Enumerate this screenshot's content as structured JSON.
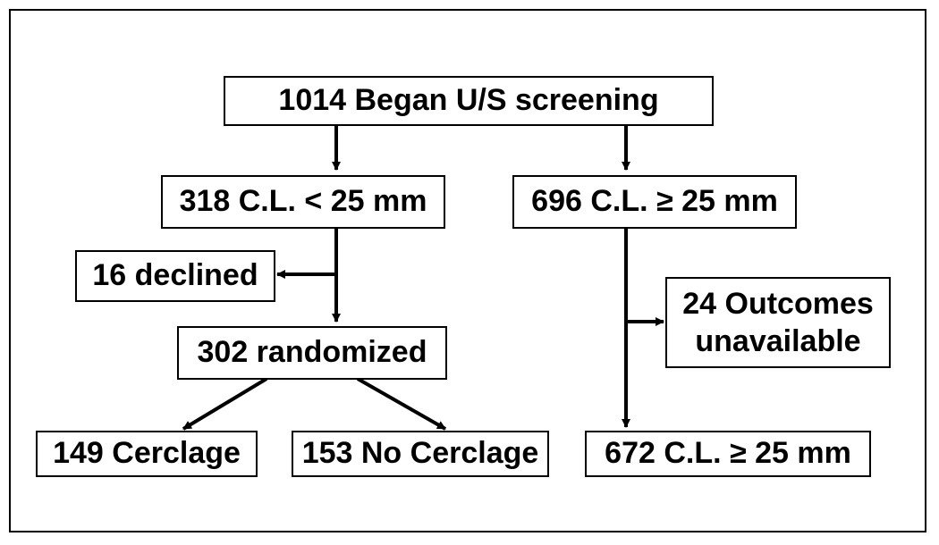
{
  "flowchart": {
    "screening": "1014 Began U/S screening",
    "short_cl": "318 C.L. < 25 mm",
    "long_cl": "696 C.L. ≥ 25 mm",
    "declined": "16 declined",
    "randomized": "302 randomized",
    "outcomes_unavailable": [
      "24 Outcomes",
      "unavailable"
    ],
    "cerclage": "149 Cerclage",
    "no_cerclage": "153 No Cerclage",
    "final_long_cl": "672 C.L. ≥ 25 mm"
  },
  "colors": {
    "stroke": "#000000",
    "box_fill": "#ffffff"
  }
}
